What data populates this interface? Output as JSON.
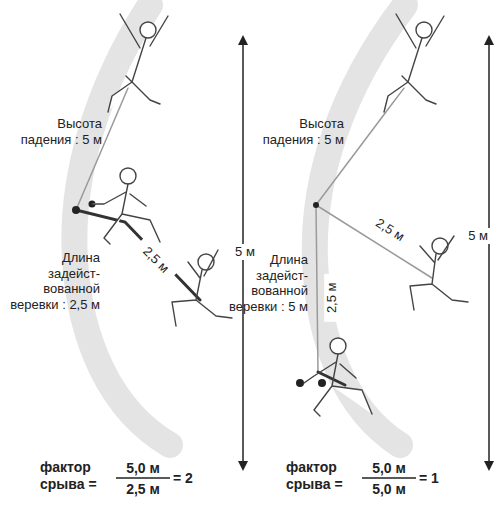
{
  "diagram": {
    "labels": [
      "Высота падения : 5 м",
      "5 м",
      "2,5 м",
      "Длина задейст-вованной веревки : 2,5 м",
      "Высота падения : 5 м",
      "5 м",
      "2,5 м",
      "2,5 м",
      "Длина задейст-вованной веревки : 5 м",
      "фактор срыва =",
      "5,0 м",
      "2,5 м",
      "= 2",
      "фактор срыва =",
      "5,0 м",
      "5,0 м",
      "= 1"
    ]
  }
}
